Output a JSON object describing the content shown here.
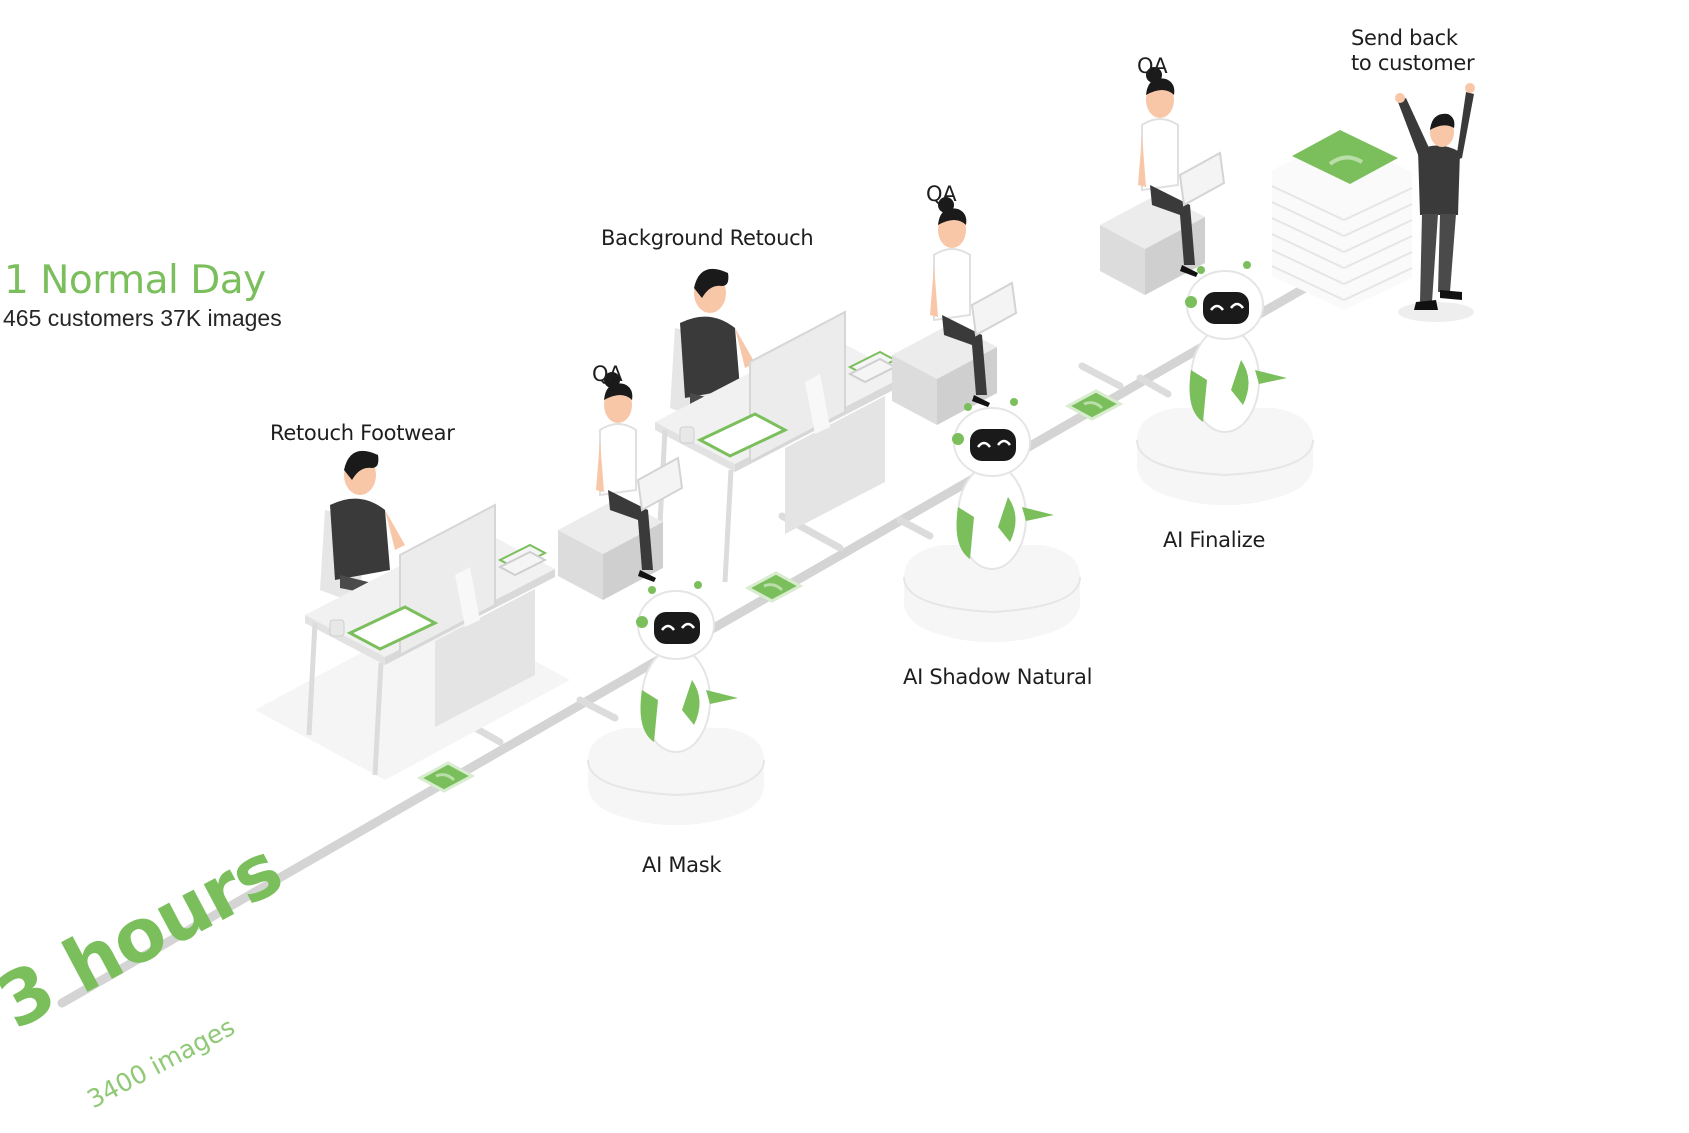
{
  "header": {
    "title": "1 Normal Day",
    "subtitle": "465 customers  37K images"
  },
  "footer": {
    "duration": "3 hours",
    "images": "3400 images"
  },
  "steps": {
    "retouch_footwear": "Retouch Footwear",
    "qa_1": "QA",
    "background_retouch": "Background Retouch",
    "qa_2": "QA",
    "qa_3": "QA",
    "ai_mask": "AI Mask",
    "ai_shadow_natural": "AI Shadow Natural",
    "ai_finalize": "AI Finalize",
    "send_back_line1": "Send back",
    "send_back_line2": "to customer"
  },
  "colors": {
    "accent_green": "#7bbf5d",
    "track_gray": "#d4d4d4",
    "shirt_dark": "#3a3a3a"
  }
}
